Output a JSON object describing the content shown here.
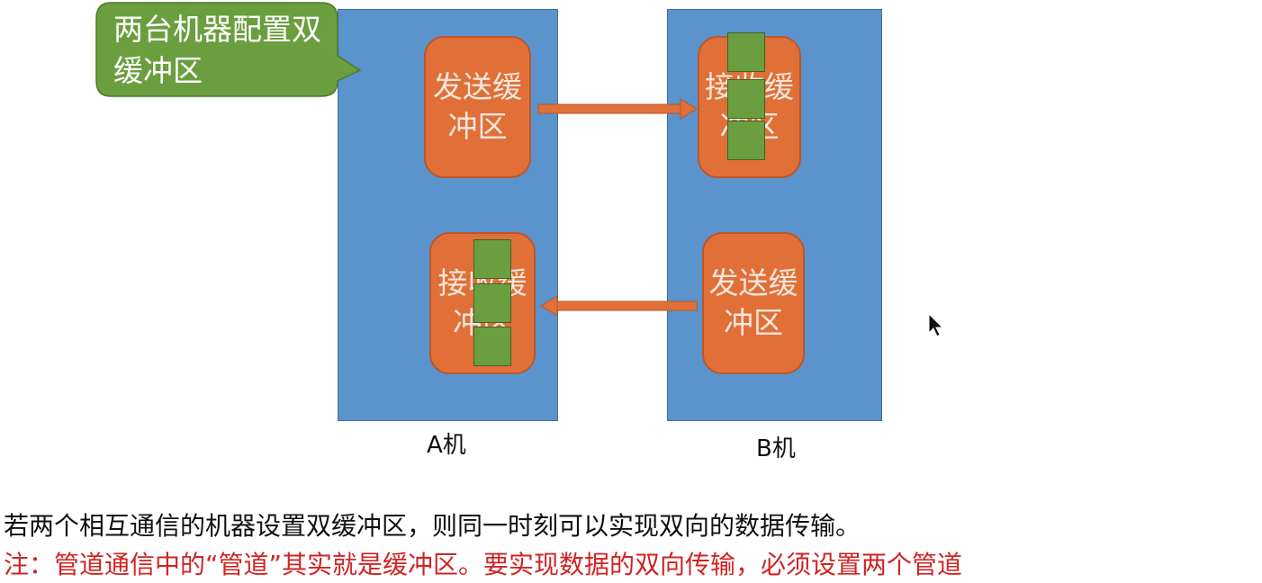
{
  "callout": {
    "text": "两台机器配置双缓冲区"
  },
  "machines": {
    "a": {
      "label": "A机",
      "send_buffer": "发送缓冲区",
      "receive_buffer": "接收缓冲区"
    },
    "b": {
      "label": "B机",
      "send_buffer": "发送缓冲区",
      "receive_buffer": "接收缓冲区"
    }
  },
  "captions": {
    "main": "若两个相互通信的机器设置双缓冲区，则同一时刻可以实现双向的数据传输。",
    "note": "注：管道通信中的“管道”其实就是缓冲区。要实现数据的双向传输，必须设置两个管道"
  },
  "colors": {
    "machine": "#5b93cc",
    "buffer": "#e07038",
    "packet": "#6b9e3f",
    "callout": "#6b9e3f",
    "note_text": "#d02424"
  }
}
